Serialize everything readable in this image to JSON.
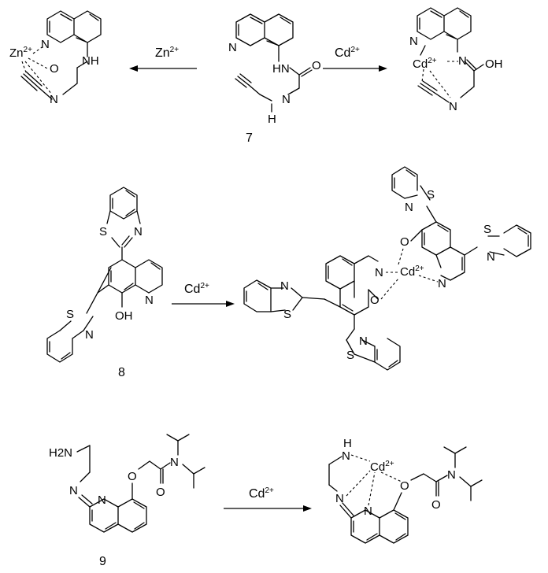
{
  "reactions": [
    {
      "compound_label": "7",
      "arrows": [
        {
          "ion": "Zn",
          "charge": "2+"
        },
        {
          "ion": "Cd",
          "charge": "2+"
        }
      ],
      "complex_left_metal": {
        "symbol": "Zn",
        "charge": "2+"
      },
      "complex_right_metal": {
        "symbol": "Cd",
        "charge": "2+"
      },
      "atoms": {
        "N": "N",
        "HN": "HN",
        "NH": "NH",
        "H": "H",
        "O": "O",
        "OH": "OH"
      }
    },
    {
      "compound_label": "8",
      "arrows": [
        {
          "ion": "Cd",
          "charge": "2+"
        }
      ],
      "complex_metal": {
        "symbol": "Cd",
        "charge": "2+"
      },
      "atoms": {
        "S": "S",
        "N": "N",
        "OH": "OH",
        "O": "O"
      }
    },
    {
      "compound_label": "9",
      "arrows": [
        {
          "ion": "Cd",
          "charge": "2+"
        }
      ],
      "complex_metal": {
        "symbol": "Cd",
        "charge": "2+"
      },
      "atoms": {
        "H2N": "H2N",
        "N": "N",
        "O": "O",
        "H": "H"
      }
    }
  ]
}
